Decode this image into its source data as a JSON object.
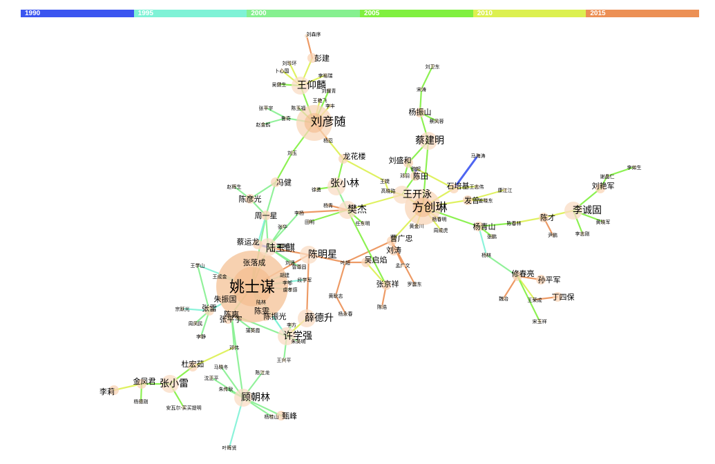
{
  "timeline": {
    "segments": [
      {
        "label": "1990",
        "color": "#3b55f0"
      },
      {
        "label": "1995",
        "color": "#7ff2d6"
      },
      {
        "label": "2000",
        "color": "#86f090"
      },
      {
        "label": "2005",
        "color": "#80f040"
      },
      {
        "label": "2010",
        "color": "#dcf050"
      },
      {
        "label": "2015",
        "color": "#ec9055"
      }
    ]
  },
  "network": {
    "nodes": [
      {
        "id": "yao",
        "label": "姚士谋",
        "size": "xl"
      },
      {
        "id": "fang",
        "label": "方创琳",
        "size": "l"
      },
      {
        "id": "liuyk",
        "label": "刘彦随",
        "size": "l"
      },
      {
        "id": "licl",
        "label": "李诚固",
        "size": "m"
      },
      {
        "id": "lu",
        "label": "陆玉麒",
        "size": "m"
      },
      {
        "id": "chenmx",
        "label": "陈明星",
        "size": "m"
      },
      {
        "id": "cai",
        "label": "蔡建明",
        "size": "m"
      },
      {
        "id": "wangkw",
        "label": "王开泳",
        "size": "m"
      },
      {
        "id": "fan",
        "label": "樊杰",
        "size": "m"
      },
      {
        "id": "xie",
        "label": "薛德升",
        "size": "m"
      },
      {
        "id": "xu",
        "label": "许学强",
        "size": "m"
      },
      {
        "id": "zhangxl",
        "label": "张小雷",
        "size": "m"
      },
      {
        "id": "gu",
        "label": "顾朝林",
        "size": "m"
      },
      {
        "id": "zhangxlin",
        "label": "张小林",
        "size": "m"
      },
      {
        "id": "longhl",
        "label": "龙花楼",
        "size": "s"
      },
      {
        "id": "wangyl",
        "label": "王仰麟",
        "size": "m"
      },
      {
        "id": "pengj",
        "label": "彭建",
        "size": "s"
      },
      {
        "id": "liulx",
        "label": "刘森序",
        "size": "xs"
      },
      {
        "id": "liuzy",
        "label": "刘珍环",
        "size": "xs"
      },
      {
        "id": "bian",
        "label": "卜心国",
        "size": "xs"
      },
      {
        "id": "wujs",
        "label": "吴健生",
        "size": "xs"
      },
      {
        "id": "lirl",
        "label": "李裕瑞",
        "size": "xs"
      },
      {
        "id": "liuyq",
        "label": "刘耀青",
        "size": "xs"
      },
      {
        "id": "wangyf",
        "label": "王艳飞",
        "size": "xs"
      },
      {
        "id": "chenyf",
        "label": "陈玉福",
        "size": "xs"
      },
      {
        "id": "lifeng",
        "label": "李丰",
        "size": "xs"
      },
      {
        "id": "zhangpz",
        "label": "张平宇",
        "size": "xs"
      },
      {
        "id": "luqi",
        "label": "鲁奇",
        "size": "xs"
      },
      {
        "id": "zhaojr",
        "label": "赵金鹤",
        "size": "xs"
      },
      {
        "id": "yangr",
        "label": "杨忍",
        "size": "xs"
      },
      {
        "id": "liuyu",
        "label": "刘玉",
        "size": "xs"
      },
      {
        "id": "fengj",
        "label": "冯健",
        "size": "s"
      },
      {
        "id": "chenyg",
        "label": "陈彦光",
        "size": "s"
      },
      {
        "id": "zhouyx",
        "label": "周一星",
        "size": "s"
      },
      {
        "id": "zhaohs",
        "label": "赵晖生",
        "size": "xs"
      },
      {
        "id": "liuw",
        "label": "刘卫东",
        "size": "xs"
      },
      {
        "id": "songt",
        "label": "宋涛",
        "size": "xs"
      },
      {
        "id": "yangzs",
        "label": "杨振山",
        "size": "s"
      },
      {
        "id": "cufy",
        "label": "蔡风蓉",
        "size": "xs"
      },
      {
        "id": "liusb",
        "label": "刘盛和",
        "size": "s"
      },
      {
        "id": "dengy",
        "label": "邓羽",
        "size": "xs"
      },
      {
        "id": "chent",
        "label": "陈田",
        "size": "s"
      },
      {
        "id": "wangjie",
        "label": "王婕",
        "size": "xs"
      },
      {
        "id": "gaoxl",
        "label": "高晓路",
        "size": "xs"
      },
      {
        "id": "xush",
        "label": "徐勇",
        "size": "xs"
      },
      {
        "id": "yangq",
        "label": "杨青",
        "size": "xs"
      },
      {
        "id": "ren",
        "label": "任东明",
        "size": "xs"
      },
      {
        "id": "liyang",
        "label": "李杨",
        "size": "xs"
      },
      {
        "id": "tianming",
        "label": "田明",
        "size": "xs"
      },
      {
        "id": "zhanghua",
        "label": "张华",
        "size": "xs"
      },
      {
        "id": "shijt",
        "label": "石培基",
        "size": "s"
      },
      {
        "id": "wangzw",
        "label": "王志伟",
        "size": "xs"
      },
      {
        "id": "huangjm",
        "label": "黄金川",
        "size": "xs"
      },
      {
        "id": "baoc",
        "label": "鲍超",
        "size": "xs"
      },
      {
        "id": "madz",
        "label": "马海涛",
        "size": "xs"
      },
      {
        "id": "fazheng",
        "label": "发曾",
        "size": "s"
      },
      {
        "id": "kangjw",
        "label": "康江江",
        "size": "xs"
      },
      {
        "id": "jiangdk",
        "label": "姜晓东",
        "size": "xs"
      },
      {
        "id": "yangcm",
        "label": "杨春明",
        "size": "xs"
      },
      {
        "id": "zhoucheng",
        "label": "周成虎",
        "size": "xs"
      },
      {
        "id": "caogz",
        "label": "曹广忠",
        "size": "s"
      },
      {
        "id": "liutao",
        "label": "刘涛",
        "size": "s"
      },
      {
        "id": "menggw",
        "label": "孟广文",
        "size": "xs"
      },
      {
        "id": "yangqs",
        "label": "杨青山",
        "size": "s"
      },
      {
        "id": "chenchl",
        "label": "陈春林",
        "size": "xs"
      },
      {
        "id": "chencai",
        "label": "陈才",
        "size": "s"
      },
      {
        "id": "zhangpeng",
        "label": "张鹏",
        "size": "xs"
      },
      {
        "id": "yinpeng",
        "label": "尹鹏",
        "size": "xs"
      },
      {
        "id": "yanglin",
        "label": "杨林",
        "size": "xs"
      },
      {
        "id": "xiuchl",
        "label": "修春亮",
        "size": "s"
      },
      {
        "id": "sunpj",
        "label": "孙平军",
        "size": "s"
      },
      {
        "id": "weiye",
        "label": "魏冶",
        "size": "xs"
      },
      {
        "id": "wangrc",
        "label": "王荣成",
        "size": "xs"
      },
      {
        "id": "dingsb",
        "label": "丁四保",
        "size": "s"
      },
      {
        "id": "songyx",
        "label": "宋玉祥",
        "size": "xs"
      },
      {
        "id": "lirs",
        "label": "李如生",
        "size": "xs"
      },
      {
        "id": "xiehj",
        "label": "谢晶仁",
        "size": "xs"
      },
      {
        "id": "liuyj",
        "label": "刘艳军",
        "size": "s"
      },
      {
        "id": "huangxj",
        "label": "黄晓军",
        "size": "xs"
      },
      {
        "id": "lizq",
        "label": "李志刚",
        "size": "xs"
      },
      {
        "id": "wuqy",
        "label": "吴启焰",
        "size": "s"
      },
      {
        "id": "zhangjx",
        "label": "张京祥",
        "size": "s"
      },
      {
        "id": "luohz",
        "label": "罗震东",
        "size": "xs"
      },
      {
        "id": "chenhao",
        "label": "陈浩",
        "size": "xs"
      },
      {
        "id": "yezh",
        "label": "叶超",
        "size": "xs"
      },
      {
        "id": "huangjz",
        "label": "黄耿志",
        "size": "xs"
      },
      {
        "id": "yangyc",
        "label": "杨永春",
        "size": "xs"
      },
      {
        "id": "chenwen",
        "label": "陈雯",
        "size": "s"
      },
      {
        "id": "lixun",
        "label": "李郇",
        "size": "xs"
      },
      {
        "id": "chenzg",
        "label": "陈振光",
        "size": "s"
      },
      {
        "id": "chenshuang",
        "label": "陈爽",
        "size": "s"
      },
      {
        "id": "puyx",
        "label": "蒲英霞",
        "size": "xs"
      },
      {
        "id": "zhangpy",
        "label": "张平宇",
        "size": "s"
      },
      {
        "id": "zhanglei",
        "label": "张雷",
        "size": "s"
      },
      {
        "id": "wangzh",
        "label": "王成金",
        "size": "xs"
      },
      {
        "id": "wangxs",
        "label": "王学山",
        "size": "xs"
      },
      {
        "id": "zhangrs",
        "label": "张落成",
        "size": "s"
      },
      {
        "id": "caiyl",
        "label": "蔡运龙",
        "size": "s"
      },
      {
        "id": "zhuzg",
        "label": "朱振国",
        "size": "s"
      },
      {
        "id": "luolin",
        "label": "陆林",
        "size": "xs"
      },
      {
        "id": "zongyy",
        "label": "宗跃光",
        "size": "xs"
      },
      {
        "id": "zhoufm",
        "label": "周凤民",
        "size": "xs"
      },
      {
        "id": "lijing",
        "label": "李静",
        "size": "xs"
      },
      {
        "id": "dengwei",
        "label": "邓伟",
        "size": "xs"
      },
      {
        "id": "duhr",
        "label": "杜宏茹",
        "size": "s"
      },
      {
        "id": "jinfj",
        "label": "金凤君",
        "size": "s"
      },
      {
        "id": "lili",
        "label": "李莉",
        "size": "s"
      },
      {
        "id": "yanghh",
        "label": "杨德刚",
        "size": "xs"
      },
      {
        "id": "anwr",
        "label": "安瓦尔·买买提明",
        "size": "xs"
      },
      {
        "id": "maxd",
        "label": "马晓冬",
        "size": "xs"
      },
      {
        "id": "sunjp",
        "label": "沈正平",
        "size": "xs"
      },
      {
        "id": "zhuwj",
        "label": "朱传耿",
        "size": "xs"
      },
      {
        "id": "chenjl",
        "label": "陈江龙",
        "size": "xs"
      },
      {
        "id": "yangguis",
        "label": "杨桂山",
        "size": "xs"
      },
      {
        "id": "zhenf",
        "label": "甄峰",
        "size": "s"
      },
      {
        "id": "yebf",
        "label": "叶晖贤",
        "size": "xs"
      },
      {
        "id": "liyue",
        "label": "李郇",
        "size": "xs"
      },
      {
        "id": "zhuyy",
        "label": "朱英明",
        "size": "xs"
      },
      {
        "id": "wangxr",
        "label": "王兴平",
        "size": "xs"
      },
      {
        "id": "lifang",
        "label": "李方",
        "size": "xs"
      },
      {
        "id": "liuyong",
        "label": "刘涌",
        "size": "xs"
      },
      {
        "id": "zengz",
        "label": "曾尊固",
        "size": "xs"
      },
      {
        "id": "duanxj",
        "label": "段学军",
        "size": "xs"
      },
      {
        "id": "yuhy",
        "label": "虞孝感",
        "size": "xs"
      },
      {
        "id": "hugd",
        "label": "胡建",
        "size": "xs"
      },
      {
        "id": "lizheng",
        "label": "李峥",
        "size": "xs"
      }
    ],
    "edge_colors": {
      "1990": "#3b55f0",
      "1995": "#7ff2d6",
      "2000": "#86f090",
      "2005": "#80f040",
      "2010": "#dcf050",
      "2015": "#ec9055"
    }
  }
}
